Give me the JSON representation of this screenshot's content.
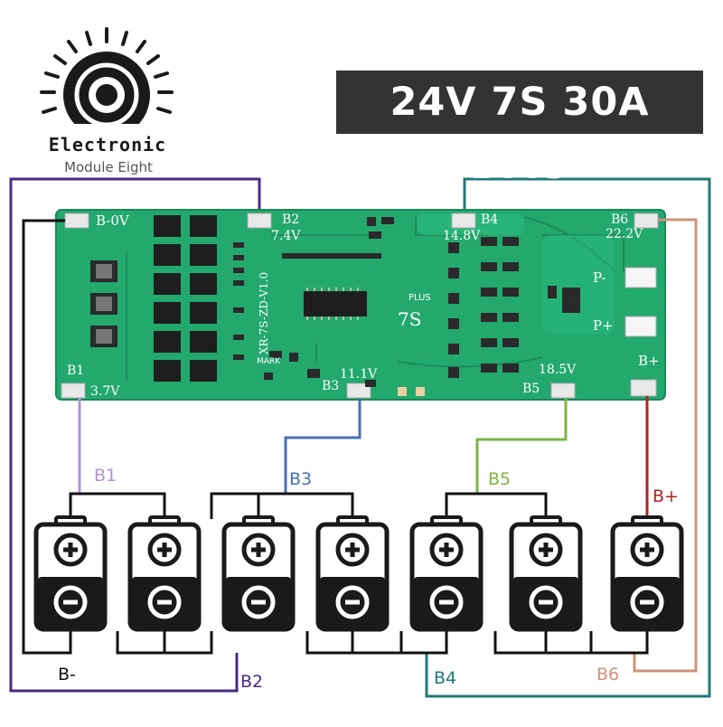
{
  "title": "24V 7S 30A BMS",
  "logo": {
    "name": "Electronic",
    "tagline": "Module Eight"
  },
  "board": {
    "pads": {
      "b0": "B-0V",
      "b1": "B1",
      "b2": "B2",
      "b3": "B3",
      "b4": "B4",
      "b5": "B5",
      "b6": "B6",
      "pminus": "P-",
      "pplus": "P+",
      "bplus": "B+"
    },
    "voltages": {
      "v1": "3.7V",
      "v2": "7.4V",
      "v3": "11.1V",
      "v4": "14.8V",
      "v5": "18.5V",
      "v6": "22.2V"
    },
    "silk": {
      "series": "7S",
      "plus": "PLUS",
      "mark": "MARK",
      "model": "XR-7S-ZD-V1.0"
    }
  },
  "wires": {
    "b1": {
      "label": "B1",
      "color": "#b38fdc"
    },
    "b2": {
      "label": "B2",
      "color": "#4b2a84"
    },
    "b3": {
      "label": "B3",
      "color": "#4a6fb5"
    },
    "b4": {
      "label": "B4",
      "color": "#1f7a78"
    },
    "b5": {
      "label": "B5",
      "color": "#7cb342"
    },
    "b6": {
      "label": "B6",
      "color": "#d2917a"
    },
    "bplus": {
      "label": "B+",
      "color": "#b22222"
    },
    "bminus": {
      "label": "B-",
      "color": "#111111"
    }
  },
  "cells": [
    {
      "positive": "plus-icon",
      "negative": "minus-icon"
    },
    {
      "positive": "plus-icon",
      "negative": "minus-icon"
    },
    {
      "positive": "plus-icon",
      "negative": "minus-icon"
    },
    {
      "positive": "plus-icon",
      "negative": "minus-icon"
    },
    {
      "positive": "plus-icon",
      "negative": "minus-icon"
    },
    {
      "positive": "plus-icon",
      "negative": "minus-icon"
    },
    {
      "positive": "plus-icon",
      "negative": "minus-icon"
    }
  ],
  "colors": {
    "pcb": "#23a86e",
    "pcb_dark": "#1b8a58",
    "pad": "#e8e8e8",
    "battery": "#1a1a1a"
  }
}
